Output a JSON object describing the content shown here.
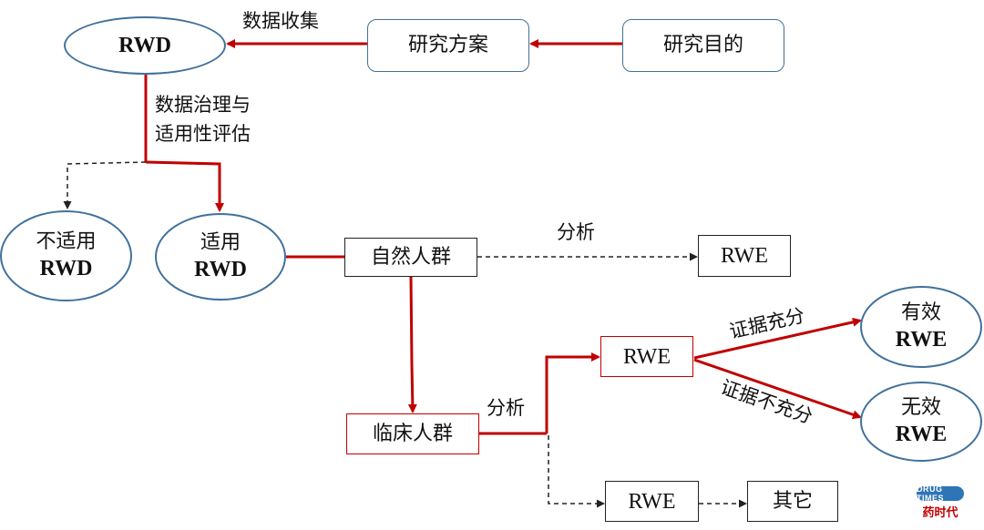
{
  "colors": {
    "accent_red": "#c00000",
    "border_blue": "#41719c",
    "dashed": "#222222"
  },
  "nodes": {
    "rwd_top": "RWD",
    "research_plan": "研究方案",
    "research_goal": "研究目的",
    "unsuitable": {
      "line1": "不适用",
      "line2": "RWD"
    },
    "suitable": {
      "line1": "适用",
      "line2": "RWD"
    },
    "natural_population": "自然人群",
    "rwe_top": "RWE",
    "clinical_population": "临床人群",
    "rwe_mid": "RWE",
    "rwe_bottom": "RWE",
    "other": "其它",
    "effective": {
      "line1": "有效",
      "line2": "RWE"
    },
    "ineffective": {
      "line1": "无效",
      "line2": "RWE"
    }
  },
  "labels": {
    "data_collection": "数据收集",
    "governance_line1": "数据治理与",
    "governance_line2": "适用性评估",
    "analysis_top": "分析",
    "analysis_bottom": "分析",
    "evidence_sufficient": "证据充分",
    "evidence_insufficient": "证据不充分"
  },
  "logo": {
    "badge": "DRUG TIMES",
    "name": "药时代"
  }
}
